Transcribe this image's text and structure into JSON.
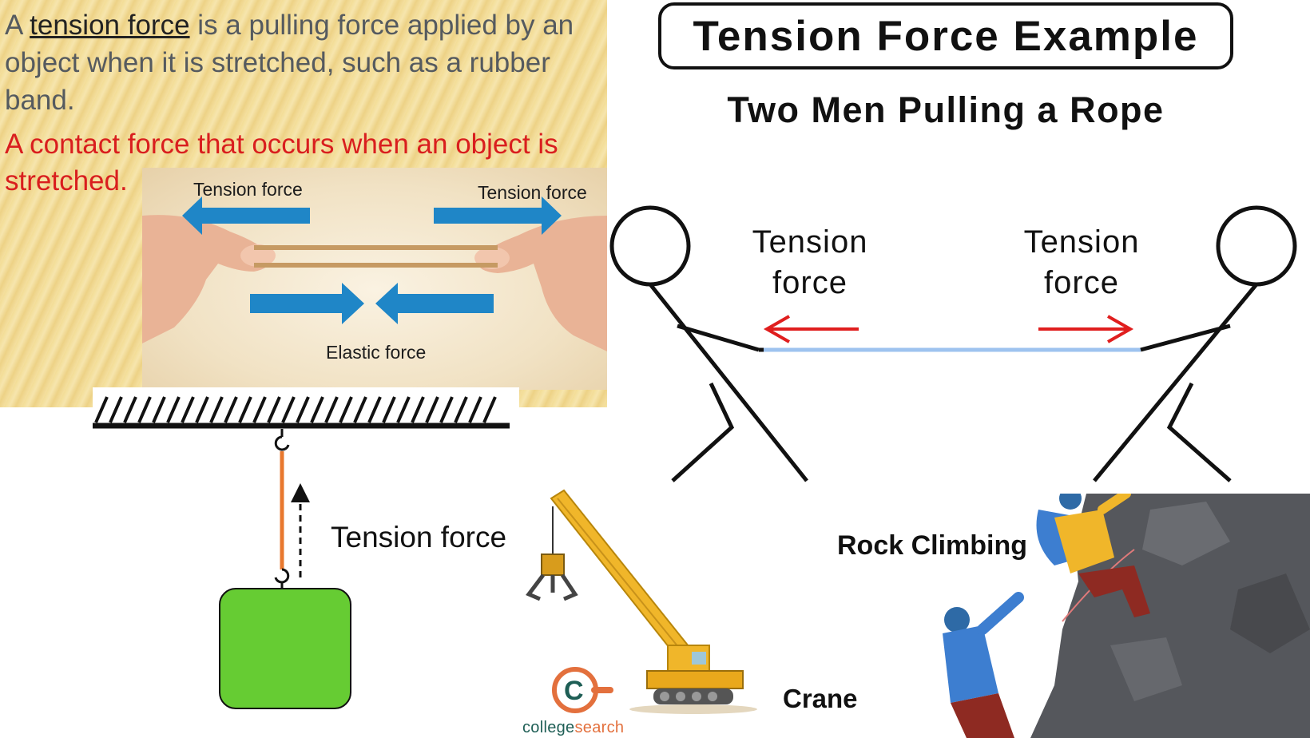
{
  "slide": {
    "definition_prefix": "A",
    "definition_term": "tension force",
    "definition_suffix": " is a pulling force applied by an object when it is stretched, such as a rubber band.",
    "contact_definition": "A contact force that occurs when an object is stretched.",
    "photo_left_label": "Tension force",
    "photo_right_label": "Tension force",
    "photo_bottom_label": "Elastic force"
  },
  "rope_diagram": {
    "title": "Tension Force Example",
    "subtitle": "Two Men Pulling a Rope",
    "left_label_line1": "Tension",
    "left_label_line2": "force",
    "right_label_line1": "Tension",
    "right_label_line2": "force",
    "arrow_color": "#e01e1e",
    "rope_color": "#9ec3ef"
  },
  "hanging_mass": {
    "label": "Tension force",
    "string_color": "#e8782e",
    "mass_color": "#66cc33"
  },
  "crane": {
    "label": "Crane"
  },
  "rock_climbing": {
    "label": "Rock Climbing"
  },
  "brand": {
    "name_part1": "college",
    "name_part2": "search",
    "icon": "collegesearch-logo-icon"
  },
  "icons": [
    "blue-arrow-left-icon",
    "blue-arrow-right-icon",
    "red-arrow-left-icon",
    "red-arrow-right-icon",
    "hook-icon",
    "crane-icon",
    "climber-icon"
  ]
}
